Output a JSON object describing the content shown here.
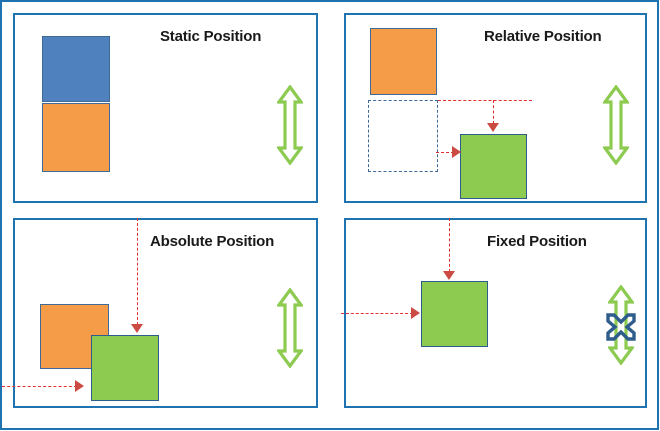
{
  "diagram": {
    "title_hidden": "CSS Position Types Diagram",
    "colors": {
      "frame_blue": "#1F73B0",
      "block_blue": "#4E81BD",
      "block_orange": "#F59C48",
      "block_green": "#8CCB50",
      "arrow_green": "#8CCB50",
      "connector_red": "#E03030",
      "x_navy": "#2E5D8C",
      "text": "#1a1a1a"
    },
    "panels": [
      {
        "id": "static",
        "title": "Static Position",
        "blocks": [
          {
            "name": "blue-block",
            "color": "#4E81BD"
          },
          {
            "name": "orange-block",
            "color": "#F59C48"
          }
        ],
        "scroll_arrow": "double-headed-vertical-arrow",
        "connectors": []
      },
      {
        "id": "relative",
        "title": "Relative Position",
        "blocks": [
          {
            "name": "orange-block",
            "color": "#F59C48"
          },
          {
            "name": "ghost-outline-block",
            "color": "transparent"
          },
          {
            "name": "green-block",
            "color": "#8CCB50"
          }
        ],
        "scroll_arrow": "double-headed-vertical-arrow",
        "connectors": [
          "offset-top-connector",
          "offset-left-connector"
        ]
      },
      {
        "id": "absolute",
        "title": "Absolute Position",
        "blocks": [
          {
            "name": "orange-block",
            "color": "#F59C48"
          },
          {
            "name": "green-block",
            "color": "#8CCB50"
          }
        ],
        "scroll_arrow": "double-headed-vertical-arrow",
        "connectors": [
          "top-connector-from-panel-edge",
          "left-connector-from-page-edge"
        ]
      },
      {
        "id": "fixed",
        "title": "Fixed Position",
        "blocks": [
          {
            "name": "green-block",
            "color": "#8CCB50"
          }
        ],
        "scroll_arrow": "double-headed-vertical-arrow-with-lock",
        "connectors": [
          "top-connector-from-panel-edge",
          "left-connector-from-panel-edge"
        ]
      }
    ]
  }
}
